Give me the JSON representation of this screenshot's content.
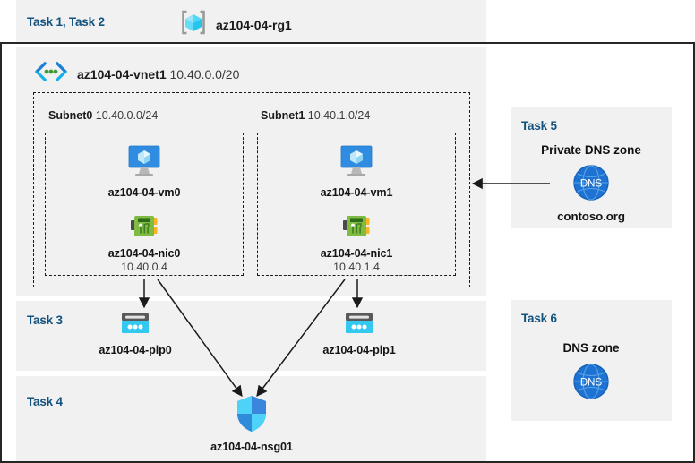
{
  "resource_group": {
    "task_label": "Task 1, Task 2",
    "name": "az104-04-rg1",
    "icon": "resource-group-cube-icon"
  },
  "vnet": {
    "name": "az104-04-vnet1",
    "cidr": "10.40.0.0/20",
    "icon": "virtual-network-icon"
  },
  "subnets": [
    {
      "name": "Subnet0",
      "cidr": "10.40.0.0/24",
      "vm": {
        "name": "az104-04-vm0",
        "icon": "virtual-machine-icon"
      },
      "nic": {
        "name": "az104-04-nic0",
        "ip": "10.40.0.4",
        "icon": "network-interface-icon"
      }
    },
    {
      "name": "Subnet1",
      "cidr": "10.40.1.0/24",
      "vm": {
        "name": "az104-04-vm1",
        "icon": "virtual-machine-icon"
      },
      "nic": {
        "name": "az104-04-nic1",
        "ip": "10.40.1.4",
        "icon": "network-interface-icon"
      }
    }
  ],
  "public_ips": {
    "task_label": "Task 3",
    "items": [
      {
        "name": "az104-04-pip0",
        "icon": "public-ip-address-icon"
      },
      {
        "name": "az104-04-pip1",
        "icon": "public-ip-address-icon"
      }
    ]
  },
  "nsg": {
    "task_label": "Task 4",
    "name": "az104-04-nsg01",
    "icon": "network-security-group-shield-icon"
  },
  "private_dns_zone": {
    "task_label": "Task 5",
    "title": "Private DNS zone",
    "name": "contoso.org",
    "icon": "dns-globe-icon",
    "icon_text": "DNS"
  },
  "dns_zone": {
    "task_label": "Task 6",
    "title": "DNS zone",
    "icon": "dns-globe-icon",
    "icon_text": "DNS"
  },
  "colors": {
    "task_label": "#12527e",
    "panel_bg": "#f1f1f1",
    "canvas_bg": "#ffffff",
    "azure_blue": "#0078d4",
    "cyan": "#32c8f0",
    "nic_green": "#7fba42",
    "dns_blue": "#1e73d2",
    "arrow": "#1a1a1a"
  }
}
